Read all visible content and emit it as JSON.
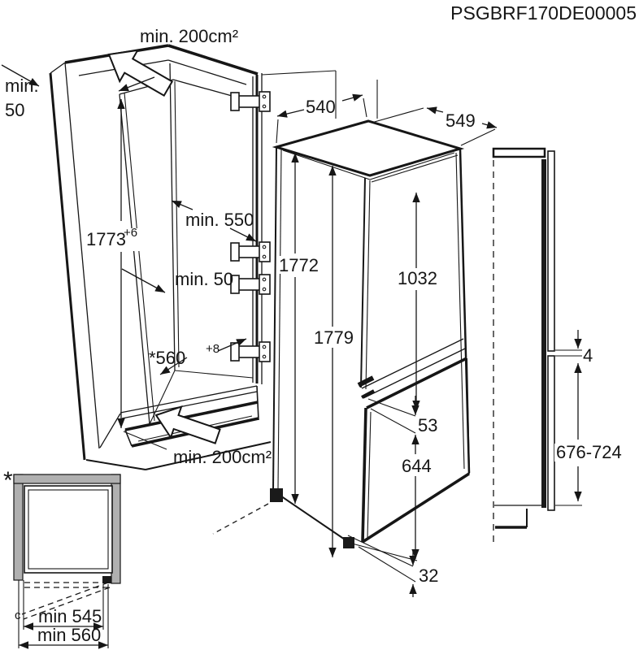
{
  "title": "PSGBRF170DE00005",
  "niche": {
    "vent_top": "min. 200cm²",
    "side_clearance_line1": "min.",
    "side_clearance_line2": "50",
    "height_value": "1773",
    "height_tolerance": "+6",
    "depth_min": "min. 550",
    "rear_clearance": "min. 50",
    "width_value": "*560",
    "width_tolerance": "+8",
    "vent_bottom": "min. 200cm²"
  },
  "appliance": {
    "width": "540",
    "depth": "549",
    "height_body": "1772",
    "height_total": "1779",
    "upper_door_height": "1032",
    "door_gap": "53",
    "lower_door_height": "644",
    "plinth_height": "32"
  },
  "panel": {
    "gap": "4",
    "lower_panel_height": "676-724"
  },
  "inset": {
    "footnote_marker": "*",
    "corner_label": "c",
    "depth_min": "min 545",
    "depth_with_vent": "min 560"
  }
}
